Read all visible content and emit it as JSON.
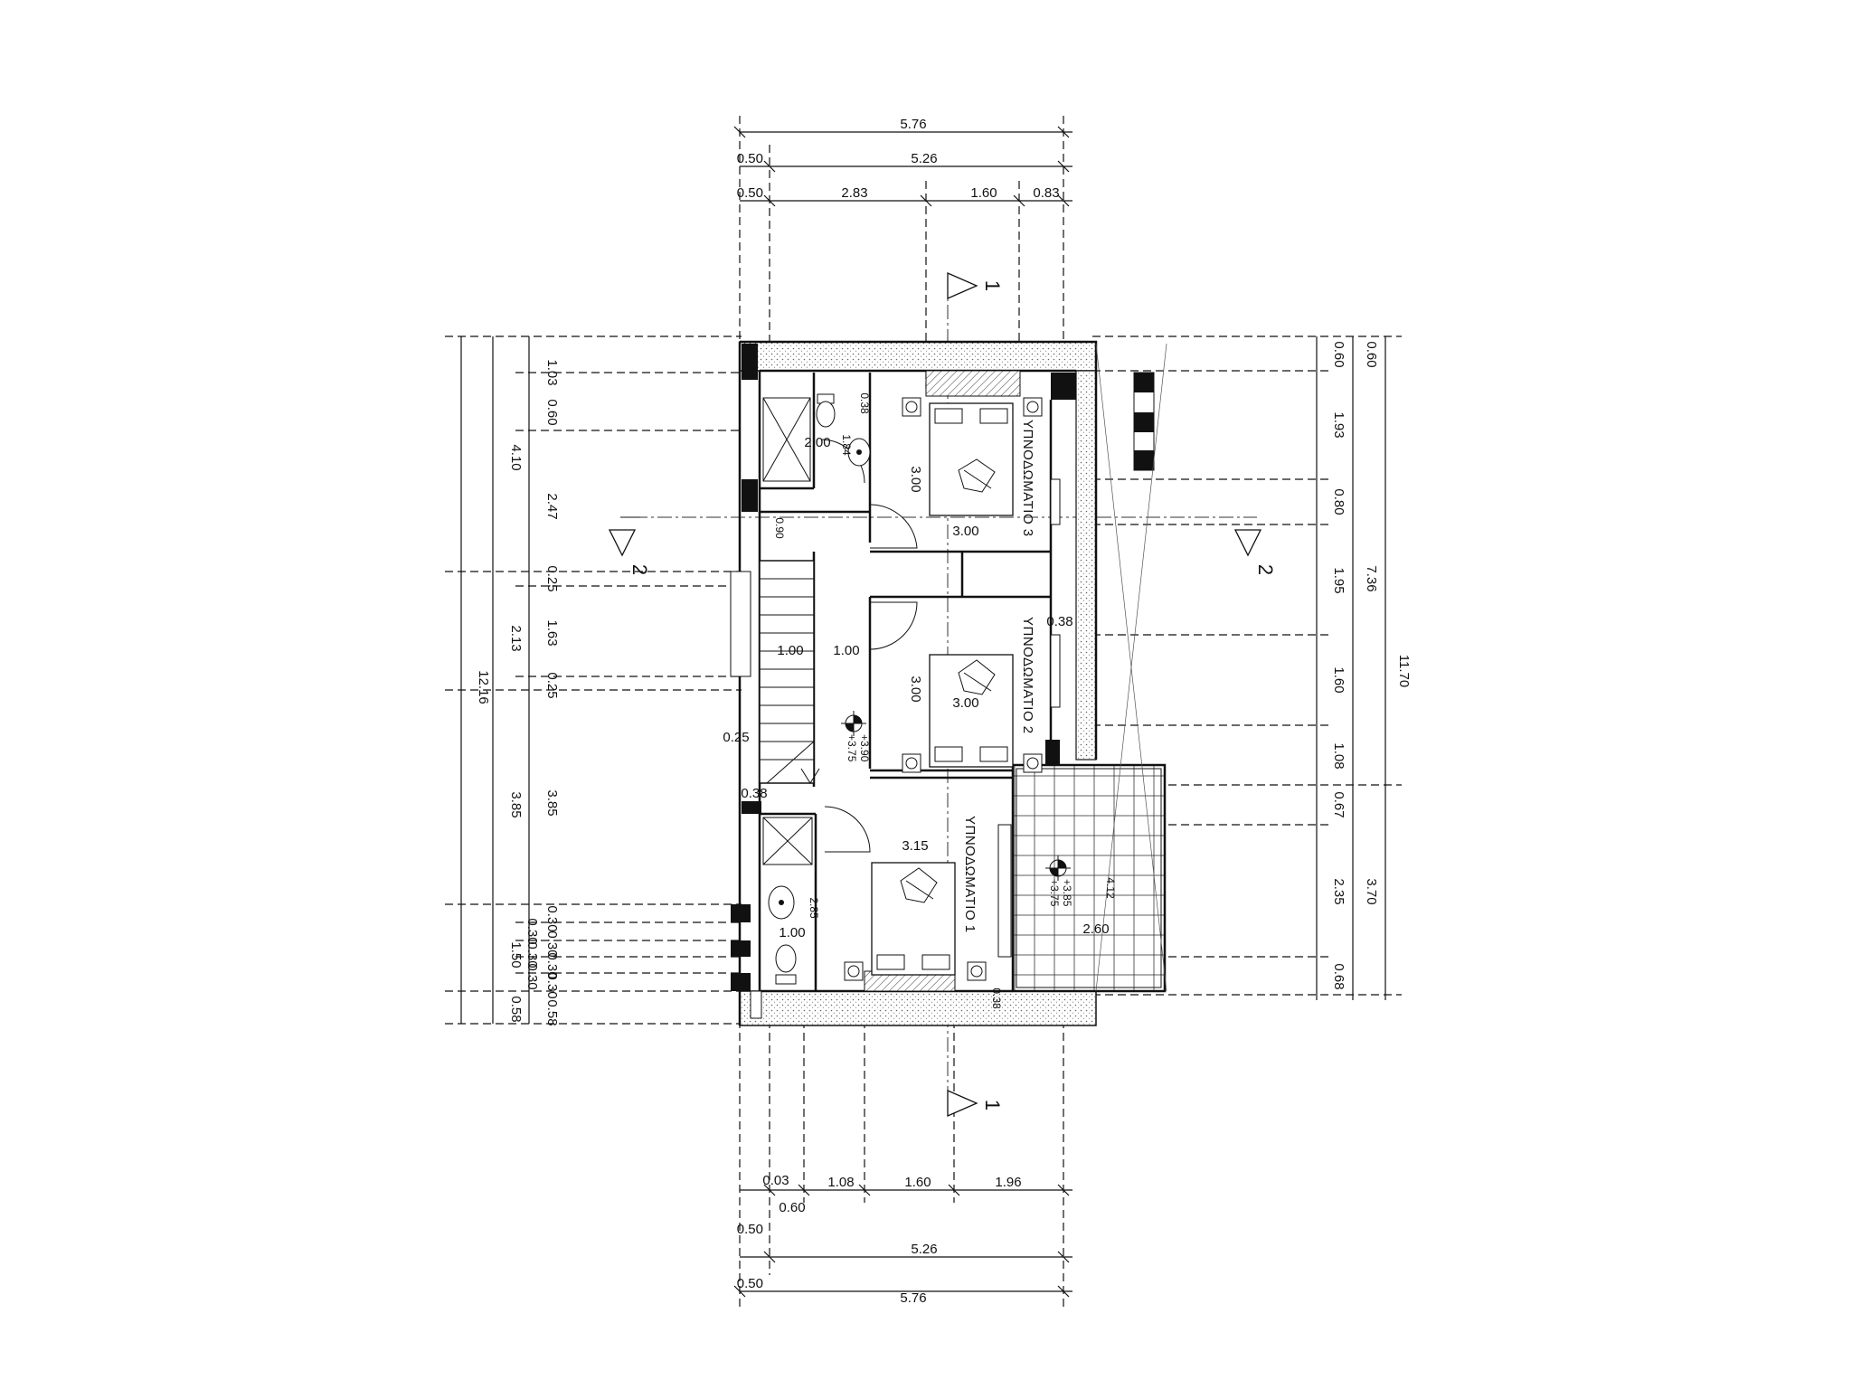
{
  "dimensions": {
    "top": {
      "overall": "5.76",
      "inner": "5.26",
      "offset1": "0.50",
      "offset2": "0.50",
      "seg1": "2.83",
      "seg2": "1.60",
      "seg3": "0.83"
    },
    "bottom": {
      "overall": "5.76",
      "inner": "5.26",
      "offset1": "0.50",
      "offset2": "0.50",
      "small1": "0.03",
      "small2": "0.60",
      "seg1": "1.08",
      "seg2": "1.60",
      "seg3": "1.96"
    },
    "left_outer": {
      "total": "12.16",
      "a": "4.10",
      "b": "2.13",
      "c": "3.85",
      "d": "1.50",
      "e": "0.58"
    },
    "left_inner": {
      "a": "1.03",
      "b": "0.60",
      "c": "2.47",
      "d": "0.25",
      "e": "1.63",
      "f": "0.25",
      "g": "3.85",
      "h": "0.30",
      "i": "0.30",
      "j": "0.30",
      "k": "0.30",
      "l": "0.58",
      "m": "0.30",
      "n": "0.30",
      "o": "0.30"
    },
    "right_inner": {
      "a": "0.60",
      "b": "1.93",
      "c": "0.80",
      "d": "1.95",
      "e": "1.60",
      "f": "1.08",
      "g": "0.67",
      "h": "2.35",
      "i": "0.68"
    },
    "right_mid": {
      "a": "0.60",
      "b": "7.36",
      "c": "3.70"
    },
    "right_outer": {
      "total": "11.70"
    }
  },
  "interior": {
    "wc_2_00": "2.00",
    "wc_1_84": "1.84",
    "d_0_38a": "0.38",
    "d_0_90": "0.90",
    "r3_width": "3.00",
    "r3_depth": "3.00",
    "r2_width": "3.00",
    "r2_depth": "3.00",
    "d_0_38b": "0.38",
    "hall_1": "1.00",
    "hall_2": "1.00",
    "d_0_25": "0.25",
    "d_0_38c": "0.38",
    "r1_width": "3.15",
    "bath_2_85": "2.85",
    "bath_1_00": "1.00",
    "d_0_38d": "0.38",
    "balcony_4_12": "4.12",
    "balcony_2_60": "2.60"
  },
  "levels": {
    "stair_upper": "+3.90",
    "stair_lower": "+3.75",
    "balcony_upper": "+3.85",
    "balcony_lower": "+3.75"
  },
  "rooms": {
    "bedroom_3": "ΥΠΝΟΔΩΜΑΤΙΟ 3",
    "bedroom_2": "ΥΠΝΟΔΩΜΑΤΙΟ 2",
    "bedroom_1": "ΥΠΝΟΔΩΜΑΤΙΟ 1"
  },
  "sections": {
    "sec1_top": "1",
    "sec1_bottom": "1",
    "sec2_left": "2",
    "sec2_right": "2"
  },
  "icons": [
    "section-marker-icon",
    "level-marker-icon",
    "bed-icon",
    "toilet-icon",
    "sink-icon",
    "shower-icon",
    "door-swing-icon"
  ]
}
